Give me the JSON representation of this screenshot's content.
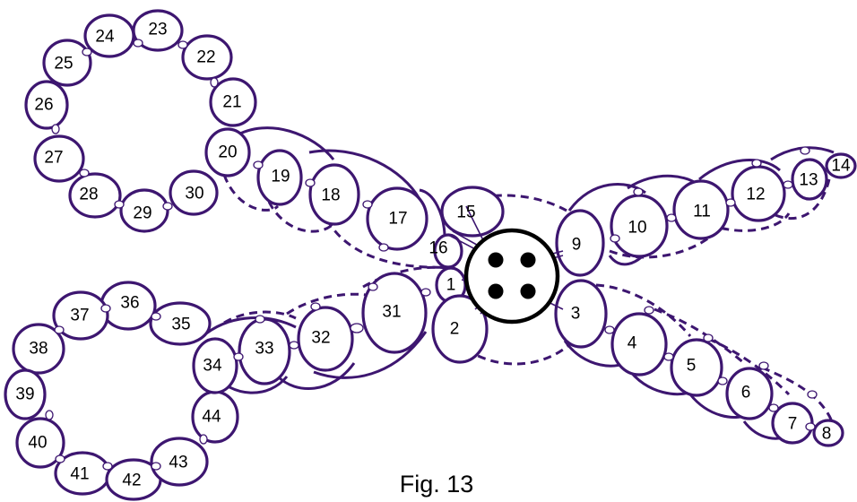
{
  "figure": {
    "caption": "Fig. 13",
    "colors": {
      "thread": "#3d1670",
      "button": "#000000"
    },
    "ring_labels": [
      "1",
      "2",
      "3",
      "4",
      "5",
      "6",
      "7",
      "8",
      "9",
      "10",
      "11",
      "12",
      "13",
      "14",
      "15",
      "16",
      "17",
      "18",
      "19",
      "20",
      "21",
      "22",
      "23",
      "24",
      "25",
      "26",
      "27",
      "28",
      "29",
      "30",
      "31",
      "32",
      "33",
      "34",
      "35",
      "36",
      "37",
      "38",
      "39",
      "40",
      "41",
      "42",
      "43",
      "44"
    ]
  }
}
